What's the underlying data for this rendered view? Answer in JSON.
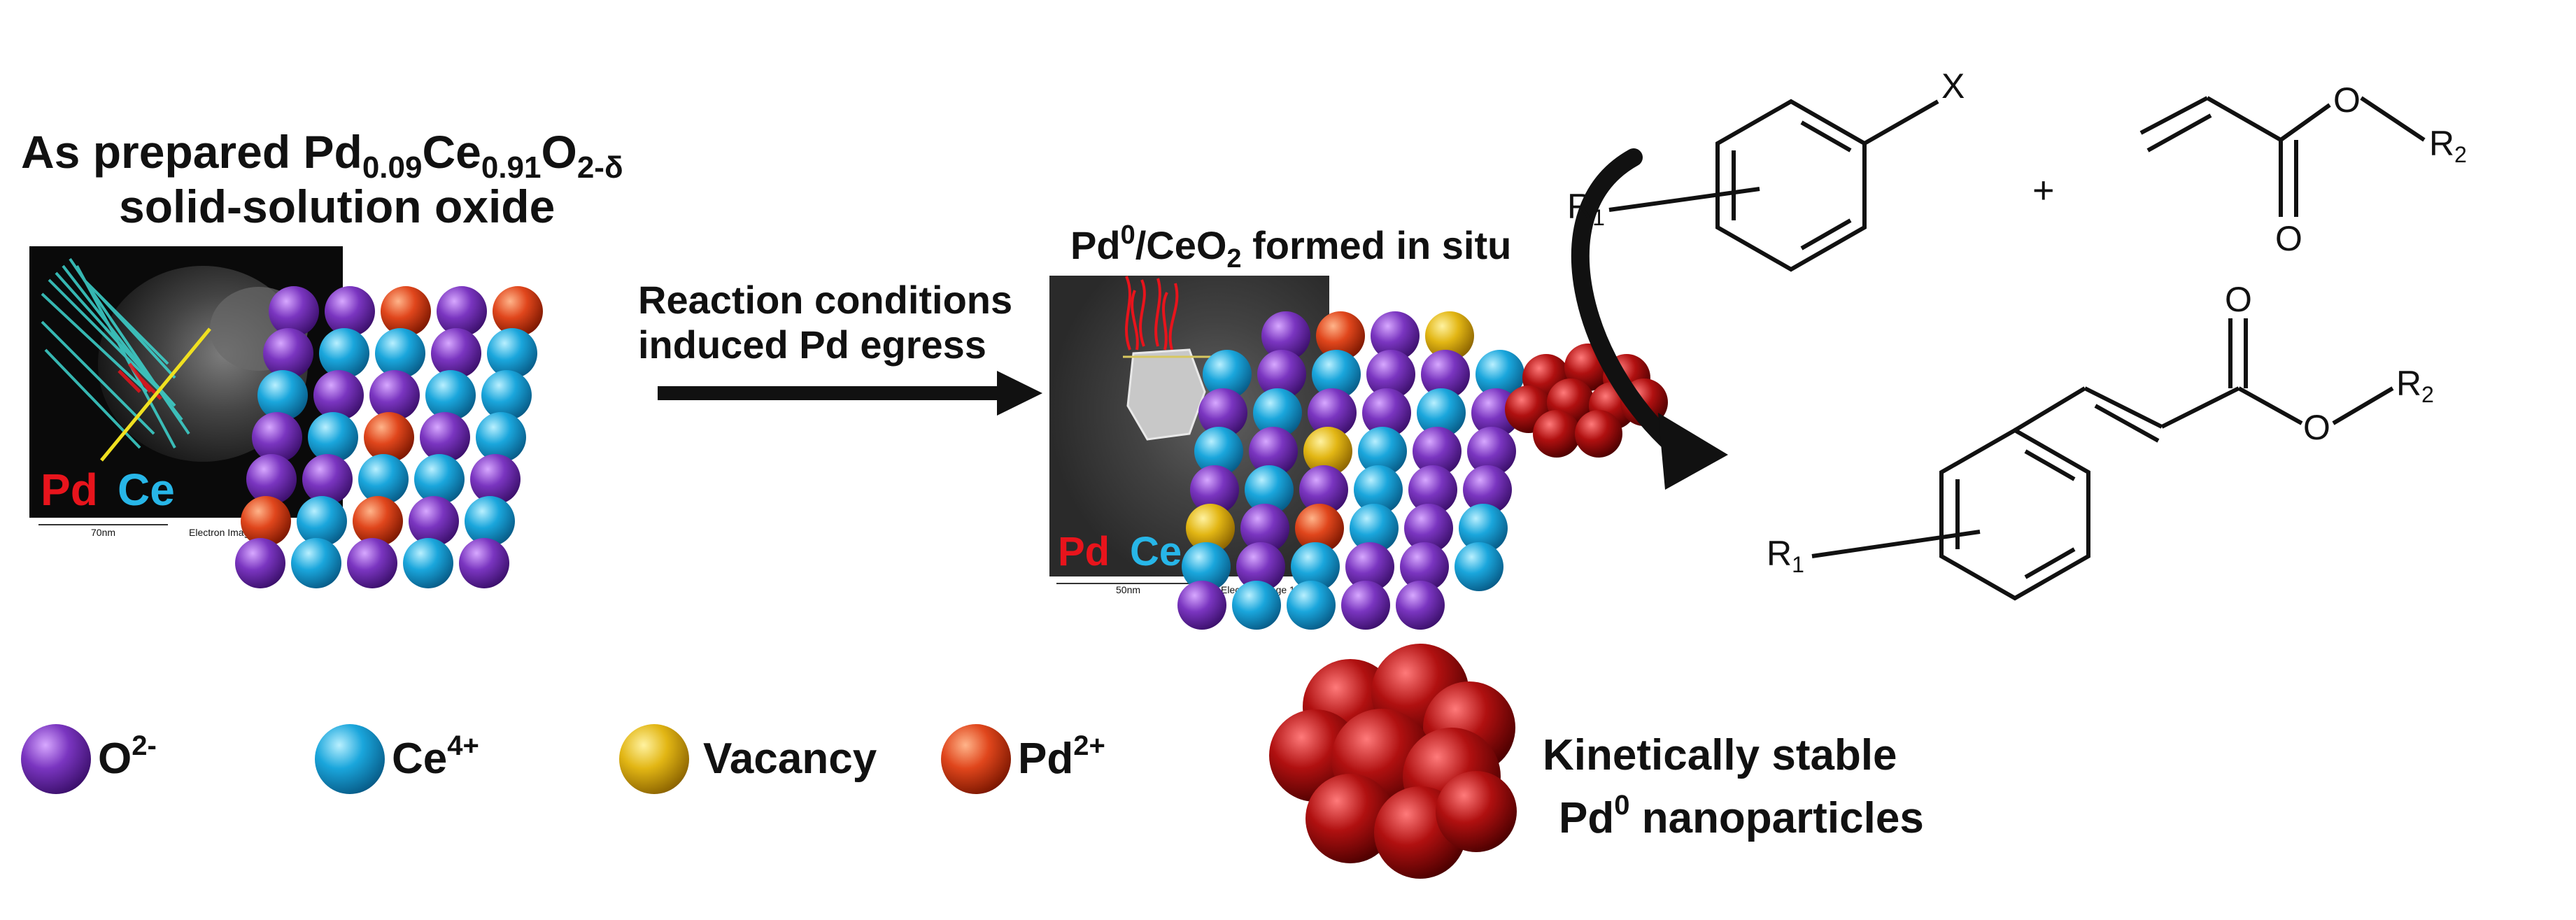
{
  "left_panel": {
    "title_line1_prefix": "As prepared Pd",
    "title_sub1": "0.09",
    "title_mid": "Ce",
    "title_sub2": "0.91",
    "title_mid2": "O",
    "title_sub3": "2-δ",
    "title_line2": "solid-solution oxide",
    "map_label_pd": "Pd",
    "map_label_ce": "Ce",
    "scalebar_text": "70nm",
    "image_caption": "Electron Image 1"
  },
  "arrow": {
    "line1": "Reaction conditions",
    "line2": "induced Pd egress"
  },
  "middle_panel": {
    "title_prefix": "Pd",
    "title_sup": "0",
    "title_mid": "/CeO",
    "title_sub": "2",
    "title_suffix": " formed in situ",
    "map_label_pd": "Pd",
    "map_label_ce": "Ce",
    "scalebar_text": "50nm",
    "image_caption": "Electron Image 1"
  },
  "reaction": {
    "reactant_x": "X",
    "reactant_r1": "R",
    "reactant_r1_sub": "1",
    "plus": "+",
    "ester_o_single": "O",
    "ester_o_double": "O",
    "ester_r2": "R",
    "ester_r2_sub": "2",
    "product_o_double": "O",
    "product_o_single": "O",
    "product_r1": "R",
    "product_r1_sub": "1",
    "product_r2": "R",
    "product_r2_sub": "2"
  },
  "legend": {
    "o_label": "O",
    "o_sup": "2-",
    "ce_label": "Ce",
    "ce_sup": "4+",
    "vacancy_label": "Vacancy",
    "pd_label": "Pd",
    "pd_sup": "2+",
    "np_line1": "Kinetically stable",
    "np_line2_prefix": "Pd",
    "np_line2_sup": "0",
    "np_line2_suffix": " nanoparticles"
  },
  "colors": {
    "oxygen": "#6a2aa8",
    "cerium": "#1aa6dc",
    "vacancy": "#e2b614",
    "palladium_ion": "#e0461c",
    "pd_nanoparticle": "#b01010",
    "pd_map_text": "#e8141c",
    "ce_map_text": "#27b6e8"
  }
}
